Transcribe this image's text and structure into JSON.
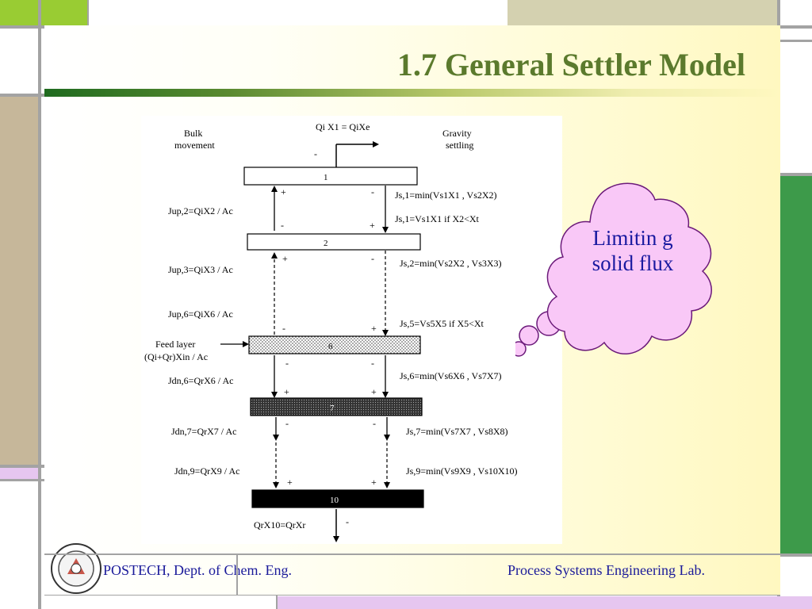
{
  "slide": {
    "title": "1.7 General Settler Model",
    "callout": "Limitin g solid flux"
  },
  "footer": {
    "left": "POSTECH, Dept. of Chem. Eng.",
    "right": "Process Systems Engineering Lab."
  },
  "diagram": {
    "top_flow": "Qi X1 = QiXe",
    "bulk_movement": [
      "Bulk",
      "movement"
    ],
    "gravity_settling": [
      "Gravity",
      "settling"
    ],
    "feed_layer": [
      "Feed layer",
      "(Qi+Qr)Xin / Ac"
    ],
    "layers": [
      "1",
      "2",
      "6",
      "7",
      "10"
    ],
    "left_fluxes": [
      "Jup,2=QiX2 / Ac",
      "Jup,3=QiX3 / Ac",
      "Jup,6=QiX6 / Ac",
      "Jdn,6=QrX6 / Ac",
      "Jdn,7=QrX7 / Ac",
      "Jdn,9=QrX9 / Ac"
    ],
    "right_fluxes": [
      "Js,1=min(Vs1X1 , Vs2X2)",
      "Js,1=Vs1X1 if X2<Xt",
      "Js,2=min(Vs2X2 , Vs3X3)",
      "Js,5=Vs5X5 if X5<Xt",
      "Js,6=min(Vs6X6 , Vs7X7)",
      "Js,7=min(Vs7X7 , Vs8X8)",
      "Js,9=min(Vs9X9 , Vs10X10)"
    ],
    "bottom_flow": "QrX10=QrXr",
    "plus": "+",
    "minus": "-"
  },
  "colors": {
    "title": "#5b7a2d",
    "callout_fill": "#f9c8f7",
    "callout_text": "#1a1aa0",
    "footer_text": "#1a1a9a"
  }
}
